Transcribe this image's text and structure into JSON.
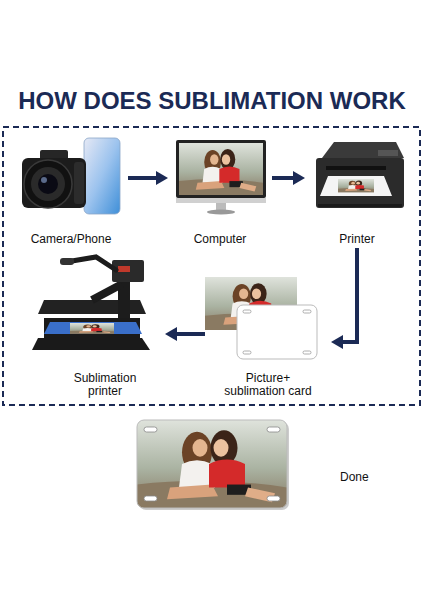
{
  "diagram": {
    "title": "HOW DOES SUBLIMATION WORK",
    "nodes": [
      {
        "text": [
          "Camera/Phone"
        ]
      },
      {
        "text": [
          "Computer"
        ]
      },
      {
        "text": [
          "Printer"
        ]
      },
      {
        "text": [
          "Picture+ sublimation card"
        ]
      },
      {
        "text": [
          "Sublimation printer"
        ]
      },
      {
        "text": [
          "Done"
        ]
      }
    ],
    "edges": [
      {
        "from": 0,
        "to": 1,
        "arrow": "to"
      },
      {
        "from": 1,
        "to": 2,
        "arrow": "to"
      },
      {
        "from": 2,
        "to": 3,
        "arrow": "to"
      },
      {
        "from": 3,
        "to": 4,
        "arrow": "to"
      }
    ]
  }
}
